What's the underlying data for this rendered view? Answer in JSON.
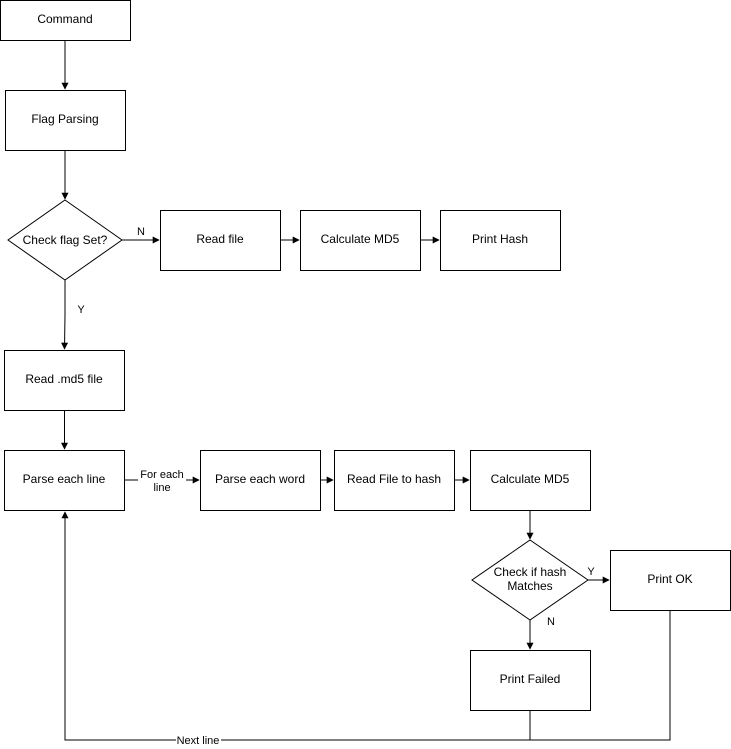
{
  "nodes": {
    "command": "Command",
    "flag_parsing": "Flag Parsing",
    "check_flag": "Check flag Set?",
    "read_file": "Read file",
    "calc_md5_top": "Calculate MD5",
    "print_hash": "Print Hash",
    "read_md5_file": "Read .md5 file",
    "parse_line": "Parse each line",
    "parse_word": "Parse each word",
    "read_file_to_hash": "Read File to hash",
    "calc_md5_bottom": "Calculate MD5",
    "check_hash": [
      "Check if hash",
      "Matches"
    ],
    "print_ok": "Print OK",
    "print_failed": "Print Failed"
  },
  "edge_labels": {
    "flag_no": "N",
    "flag_yes": "Y",
    "for_each_line": [
      "For each",
      "line"
    ],
    "hash_yes": "Y",
    "hash_no": "N",
    "next_line": "Next line"
  }
}
